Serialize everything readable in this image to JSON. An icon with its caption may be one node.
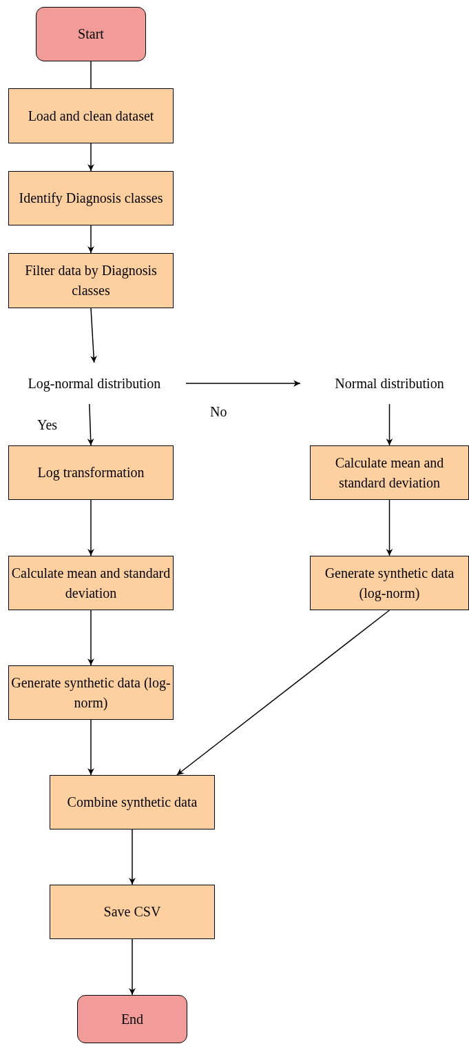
{
  "diagram": {
    "nodes": [
      {
        "text": [
          "Start"
        ]
      },
      {
        "text": [
          "Load and clean dataset"
        ]
      },
      {
        "text": [
          "Identify Diagnosis classes"
        ]
      },
      {
        "text": [
          "Filter data by Diagnosis classes"
        ]
      },
      {
        "text": [
          "Log-normal distribution"
        ]
      },
      {
        "text": [
          "Normal distribution"
        ]
      },
      {
        "text": [
          "Log transformation"
        ]
      },
      {
        "text": [
          "Calculate mean and standard deviation"
        ]
      },
      {
        "text": [
          "Generate synthetic data (log-norm)"
        ]
      },
      {
        "text": [
          "Calculate mean and standard deviation"
        ]
      },
      {
        "text": [
          "Generate synthetic data (log-norm)"
        ]
      },
      {
        "text": [
          "Combine synthetic data"
        ]
      },
      {
        "text": [
          "Save CSV"
        ]
      },
      {
        "text": [
          "End"
        ]
      }
    ],
    "edges": [
      {
        "from": 0,
        "to": 1,
        "arrow": "none"
      },
      {
        "from": 1,
        "to": 2,
        "arrow": "to"
      },
      {
        "from": 2,
        "to": 3,
        "arrow": "to"
      },
      {
        "from": 3,
        "to": 4,
        "arrow": "to"
      },
      {
        "from": 4,
        "to": 5,
        "arrow": "to",
        "label": "No"
      },
      {
        "from": 4,
        "to": 6,
        "arrow": "to",
        "label": "Yes"
      },
      {
        "from": 5,
        "to": 9,
        "arrow": "to"
      },
      {
        "from": 6,
        "to": 7,
        "arrow": "to"
      },
      {
        "from": 7,
        "to": 8,
        "arrow": "to"
      },
      {
        "from": 8,
        "to": 11,
        "arrow": "to"
      },
      {
        "from": 9,
        "to": 10,
        "arrow": "to"
      },
      {
        "from": 10,
        "to": 11,
        "arrow": "to"
      },
      {
        "from": 11,
        "to": 12,
        "arrow": "to"
      },
      {
        "from": 12,
        "to": 13,
        "arrow": "to"
      }
    ]
  }
}
